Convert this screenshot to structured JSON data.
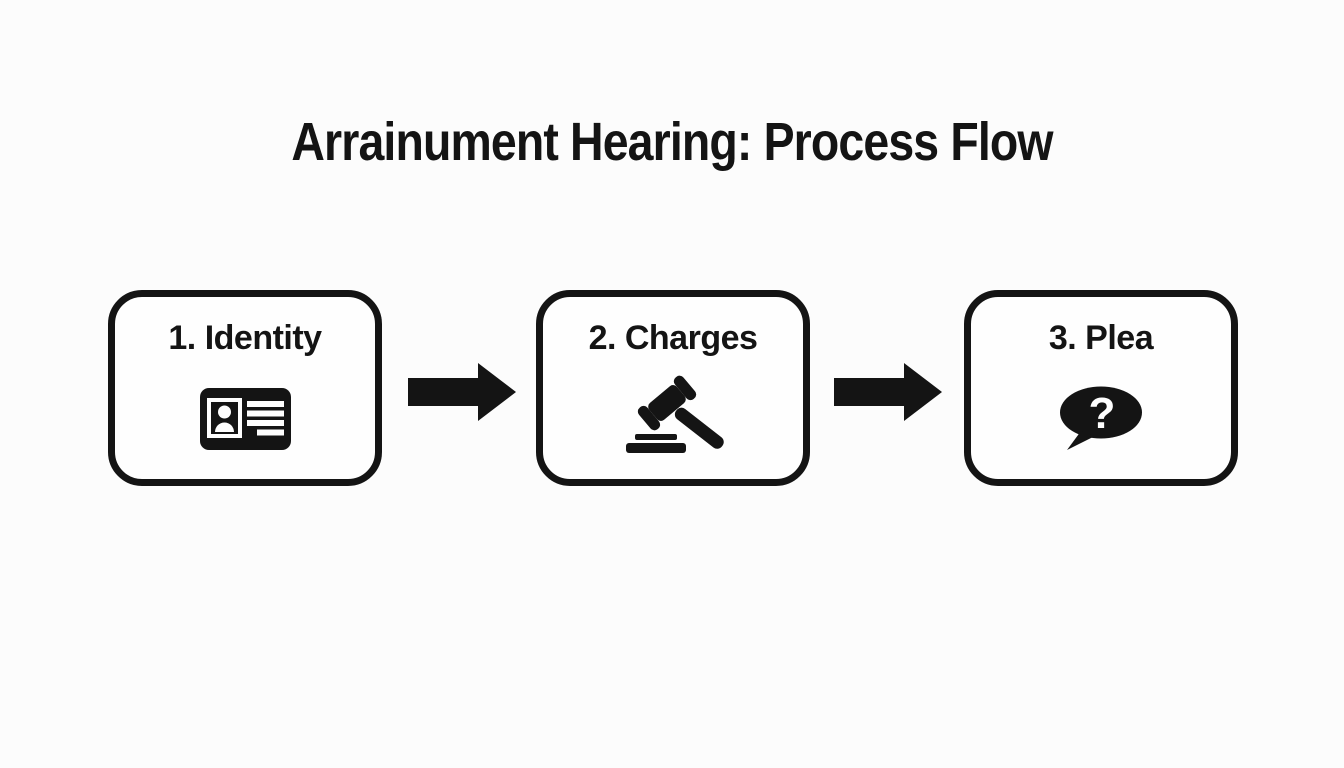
{
  "title": "Arrainument Hearing: Process Flow",
  "steps": [
    {
      "label": "1. Identity",
      "icon": "id-card-icon"
    },
    {
      "label": "2. Charges",
      "icon": "gavel-icon"
    },
    {
      "label": "3. Plea",
      "icon": "question-speech-bubble-icon",
      "glyph": "?"
    }
  ],
  "connectors": [
    {
      "icon": "arrow-right-icon"
    },
    {
      "icon": "arrow-right-icon"
    }
  ],
  "colors": {
    "ink": "#141414",
    "background": "#fcfcfc"
  }
}
